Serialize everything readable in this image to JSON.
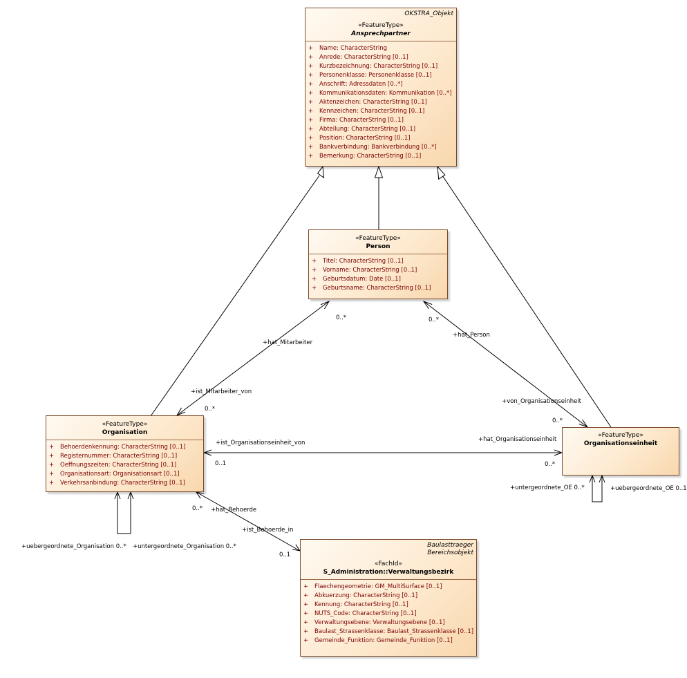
{
  "classes": {
    "ansprechpartner": {
      "tags": [
        "OKSTRA_Objekt"
      ],
      "stereotype": "«FeatureType»",
      "name": "Ansprechpartner",
      "attributes": [
        {
          "vis": "+",
          "text": "Name: CharacterString"
        },
        {
          "vis": "+",
          "text": "Anrede: CharacterString [0..1]"
        },
        {
          "vis": "+",
          "text": "Kurzbezeichnung: CharacterString [0..1]"
        },
        {
          "vis": "+",
          "text": "Personenklasse: Personenklasse [0..1]"
        },
        {
          "vis": "+",
          "text": "Anschrift: Adressdaten [0..*]"
        },
        {
          "vis": "+",
          "text": "Kommunikationsdaten: Kommunikation [0..*]"
        },
        {
          "vis": "+",
          "text": "Aktenzeichen: CharacterString [0..1]"
        },
        {
          "vis": "+",
          "text": "Kennzeichen: CharacterString [0..1]"
        },
        {
          "vis": "+",
          "text": "Firma: CharacterString [0..1]"
        },
        {
          "vis": "+",
          "text": "Abteilung: CharacterString [0..1]"
        },
        {
          "vis": "+",
          "text": "Position: CharacterString [0..1]"
        },
        {
          "vis": "+",
          "text": "Bankverbindung: Bankverbindung [0..*]"
        },
        {
          "vis": "+",
          "text": "Bemerkung: CharacterString [0..1]"
        }
      ]
    },
    "person": {
      "tags": [],
      "stereotype": "«FeatureType»",
      "name": "Person",
      "attributes": [
        {
          "vis": "+",
          "text": "Titel: CharacterString [0..1]"
        },
        {
          "vis": "+",
          "text": "Vorname: CharacterString [0..1]"
        },
        {
          "vis": "+",
          "text": "Geburtsdatum: Date [0..1]"
        },
        {
          "vis": "+",
          "text": "Geburtsname: CharacterString [0..1]"
        }
      ]
    },
    "organisation": {
      "tags": [],
      "stereotype": "«FeatureType»",
      "name": "Organisation",
      "attributes": [
        {
          "vis": "+",
          "text": "Behoerdenkennung: CharacterString [0..1]"
        },
        {
          "vis": "+",
          "text": "Registernummer: CharacterString [0..1]"
        },
        {
          "vis": "+",
          "text": "Oeffnungszeiten: CharacterString [0..1]"
        },
        {
          "vis": "+",
          "text": "Organisationsart: Organisationsart [0..1]"
        },
        {
          "vis": "+",
          "text": "Verkehrsanbindung: CharacterString [0..1]"
        }
      ]
    },
    "organisationseinheit": {
      "tags": [],
      "stereotype": "«FeatureType»",
      "name": "Organisationseinheit",
      "attributes": []
    },
    "verwaltungsbezirk": {
      "tags": [
        "Baulasttraeger",
        "Bereichsobjekt"
      ],
      "stereotype": "«FachId»",
      "name": "S_Administration::Verwaltungsbezirk",
      "attributes": [
        {
          "vis": "+",
          "text": "Flaechengeometrie: GM_MultiSurface [0..1]"
        },
        {
          "vis": "+",
          "text": "Abkuerzung: CharacterString [0..1]"
        },
        {
          "vis": "+",
          "text": "Kennung: CharacterString [0..1]"
        },
        {
          "vis": "+",
          "text": "NUTS_Code: CharacterString [0..1]"
        },
        {
          "vis": "+",
          "text": "Verwaltungsebene: Verwaltungsebene [0..1]"
        },
        {
          "vis": "+",
          "text": "Baulast_Strassenklasse: Baulast_Strassenklasse [0..1]"
        },
        {
          "vis": "+",
          "text": "Gemeinde_Funktion: Gemeinde_Funktion [0..1]"
        }
      ]
    }
  },
  "association_labels": {
    "hat_mitarbeiter": "+hat_Mitarbeiter",
    "mult_person_left": "0..*",
    "ist_mitarbeiter_von": "+ist_Mitarbeiter_von",
    "mult_org_top": "0..*",
    "hat_person": "+hat_Person",
    "mult_person_right": "0..*",
    "von_organisationseinheit": "+von_Organisationseinheit",
    "mult_oe_top": "0..*",
    "ist_organisationseinheit_von": "+ist_Organisationseinheit_von",
    "mult_org_right": "0..1",
    "hat_organisationseinheit": "+hat_Organisationseinheit",
    "mult_oe_left": "0..*",
    "untergeordnete_oe": "+untergeordnete_OE 0..*",
    "uebergeordnete_oe": "+uebergeordnete_OE 0..1",
    "uebergeordnete_organisation": "+uebergeordnete_Organisation 0..*",
    "untergeordnete_organisation": "+untergeordnete_Organisation 0..*",
    "mult_org_bottom": "0..*",
    "hat_behoerde": "+hat_Behoerde",
    "ist_behoerde_in": "+ist_Behoerde_in",
    "mult_vb_top": "0..1"
  },
  "colors": {
    "box_border": "#7a4a2a",
    "attribute_text": "#7a0000",
    "line": "#000000"
  }
}
